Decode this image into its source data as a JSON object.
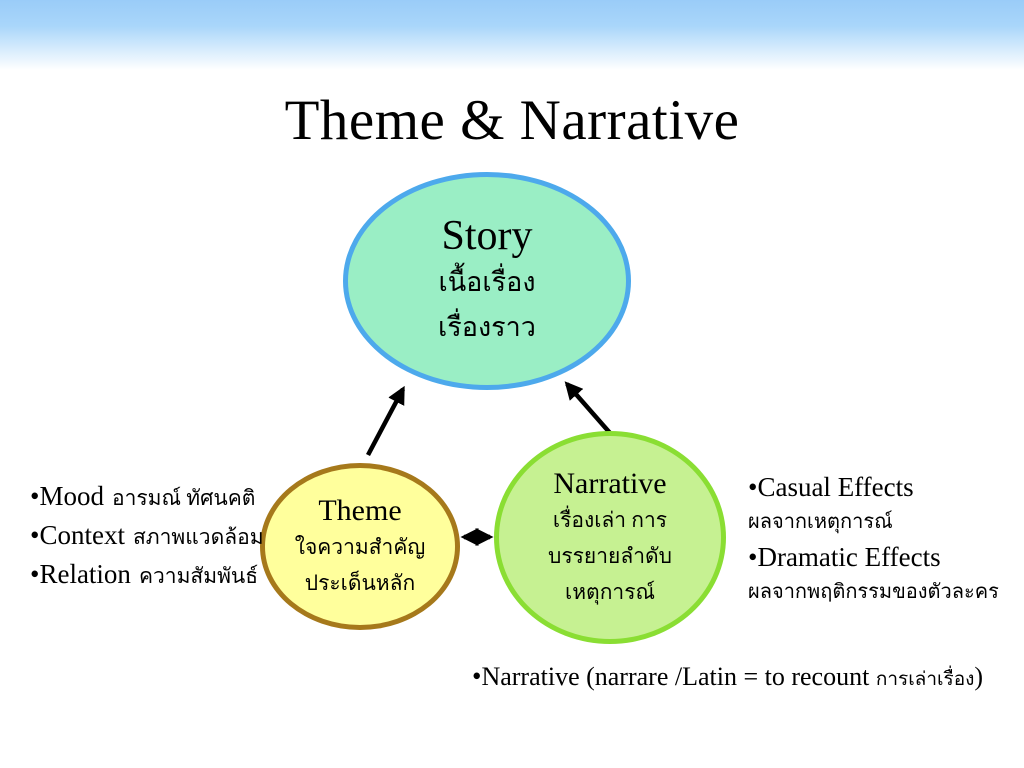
{
  "slide": {
    "title": "Theme & Narrative",
    "bullet_char": "•"
  },
  "colors": {
    "top_gradient": "#9accf8",
    "story_fill": "#9aeec5",
    "story_border": "#4da9ec",
    "theme_fill": "#ffff9c",
    "theme_border": "#a6791b",
    "narrative_fill": "#c6f192",
    "narrative_border": "#8ade33",
    "arrow": "#000000",
    "text": "#000000"
  },
  "nodes": {
    "story": {
      "label": "Story",
      "thai_lines": [
        "เนื้อเรื่อง",
        "เรื่องราว"
      ]
    },
    "theme": {
      "label": "Theme",
      "thai_lines": [
        "ใจความสำคัญ",
        "ประเด็นหลัก"
      ]
    },
    "narrative": {
      "label": "Narrative",
      "thai_lines": [
        "เรื่องเล่า การ",
        "บรรยายลำดับ",
        "เหตุการณ์"
      ]
    }
  },
  "left_bullets": [
    {
      "en": "Mood",
      "th": "อารมณ์ ทัศนคติ"
    },
    {
      "en": "Context",
      "th": "สภาพแวดล้อม"
    },
    {
      "en": "Relation",
      "th": "ความสัมพันธ์"
    }
  ],
  "right_bullets": [
    {
      "en": "Casual Effects",
      "th": "ผลจากเหตุการณ์"
    },
    {
      "en": "Dramatic Effects",
      "th": "ผลจากพฤติกรรมของตัวละคร"
    }
  ],
  "footnote": {
    "en_before": "Narrative (narrare /Latin = to recount ",
    "th": "การเล่าเรื่อง",
    "en_after": ")"
  }
}
